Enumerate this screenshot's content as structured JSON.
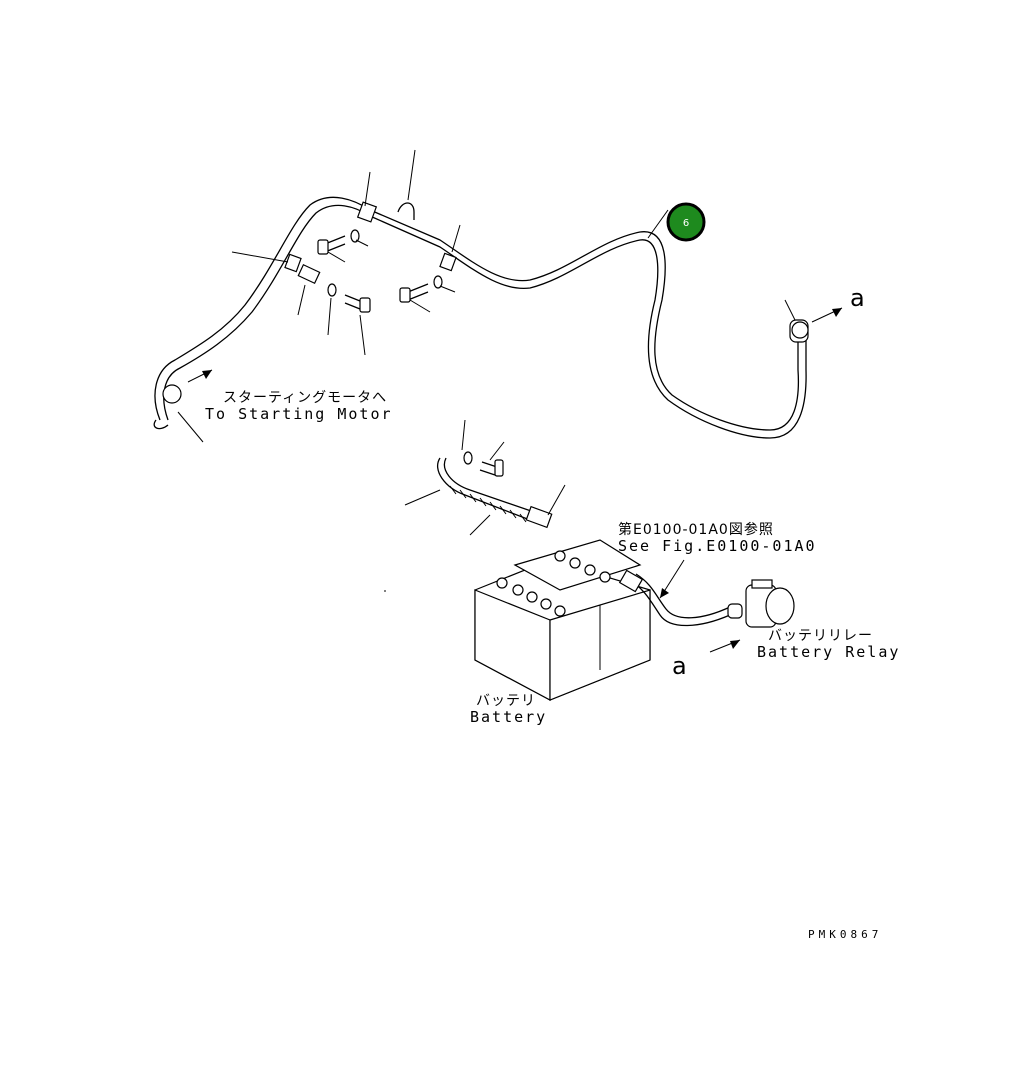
{
  "callout": {
    "number": "6",
    "color": "#1e8a1e"
  },
  "labels": {
    "starting_motor_jp": "スターティングモータへ",
    "starting_motor_en": "To Starting Motor",
    "see_fig_jp": "第E0100-01A0図参照",
    "see_fig_en": "See Fig.E0100-01A0",
    "battery_relay_jp": "バッテリリレー",
    "battery_relay_en": "Battery Relay",
    "battery_jp": "バッテリ",
    "battery_en": "Battery",
    "connection_a_top": "a",
    "connection_a_bottom": "a",
    "drawing_code": "PMK0867"
  }
}
